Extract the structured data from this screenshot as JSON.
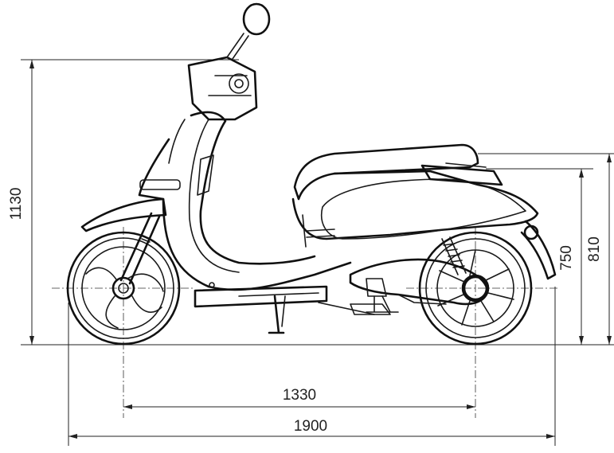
{
  "dimensions": {
    "overall_height": "1130",
    "seat_height": "810",
    "rear_height": "750",
    "wheelbase": "1330",
    "overall_length": "1900"
  }
}
